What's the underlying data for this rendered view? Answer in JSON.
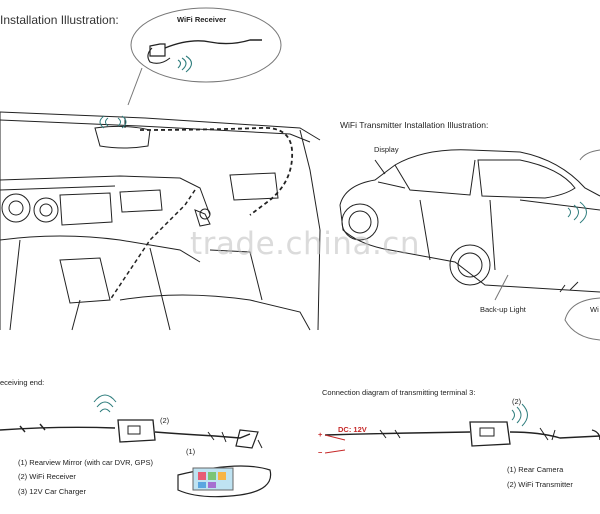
{
  "titles": {
    "installation": "Installation Illustration:",
    "transmitter_installation": "WiFi Transmitter Installation Illustration:",
    "receiving_end": "eceiving end:",
    "transmitting_diagram": "Connection diagram of transmitting terminal 3:"
  },
  "callouts": {
    "wifi_receiver": "WiFi Receiver",
    "display": "Display",
    "backup_light": "Back-up Light",
    "clipped_right": "Wi"
  },
  "receiving": {
    "marker": "(2)",
    "marker_1": "(1)",
    "items": [
      "(1) Rearview Mirror (with car DVR, GPS)",
      "(2) WiFi Receiver",
      "(3) 12V Car Charger"
    ]
  },
  "transmitting": {
    "marker": "(2)",
    "dc_label": "DC: 12V",
    "plus": "+",
    "minus": "−",
    "items": [
      "(1) Rear Camera",
      "(2) WiFi Transmitter"
    ]
  },
  "watermark": "trade.china.cn",
  "colors": {
    "line": "#222222",
    "red": "#c62828",
    "wifi": "#2e7d7d"
  }
}
